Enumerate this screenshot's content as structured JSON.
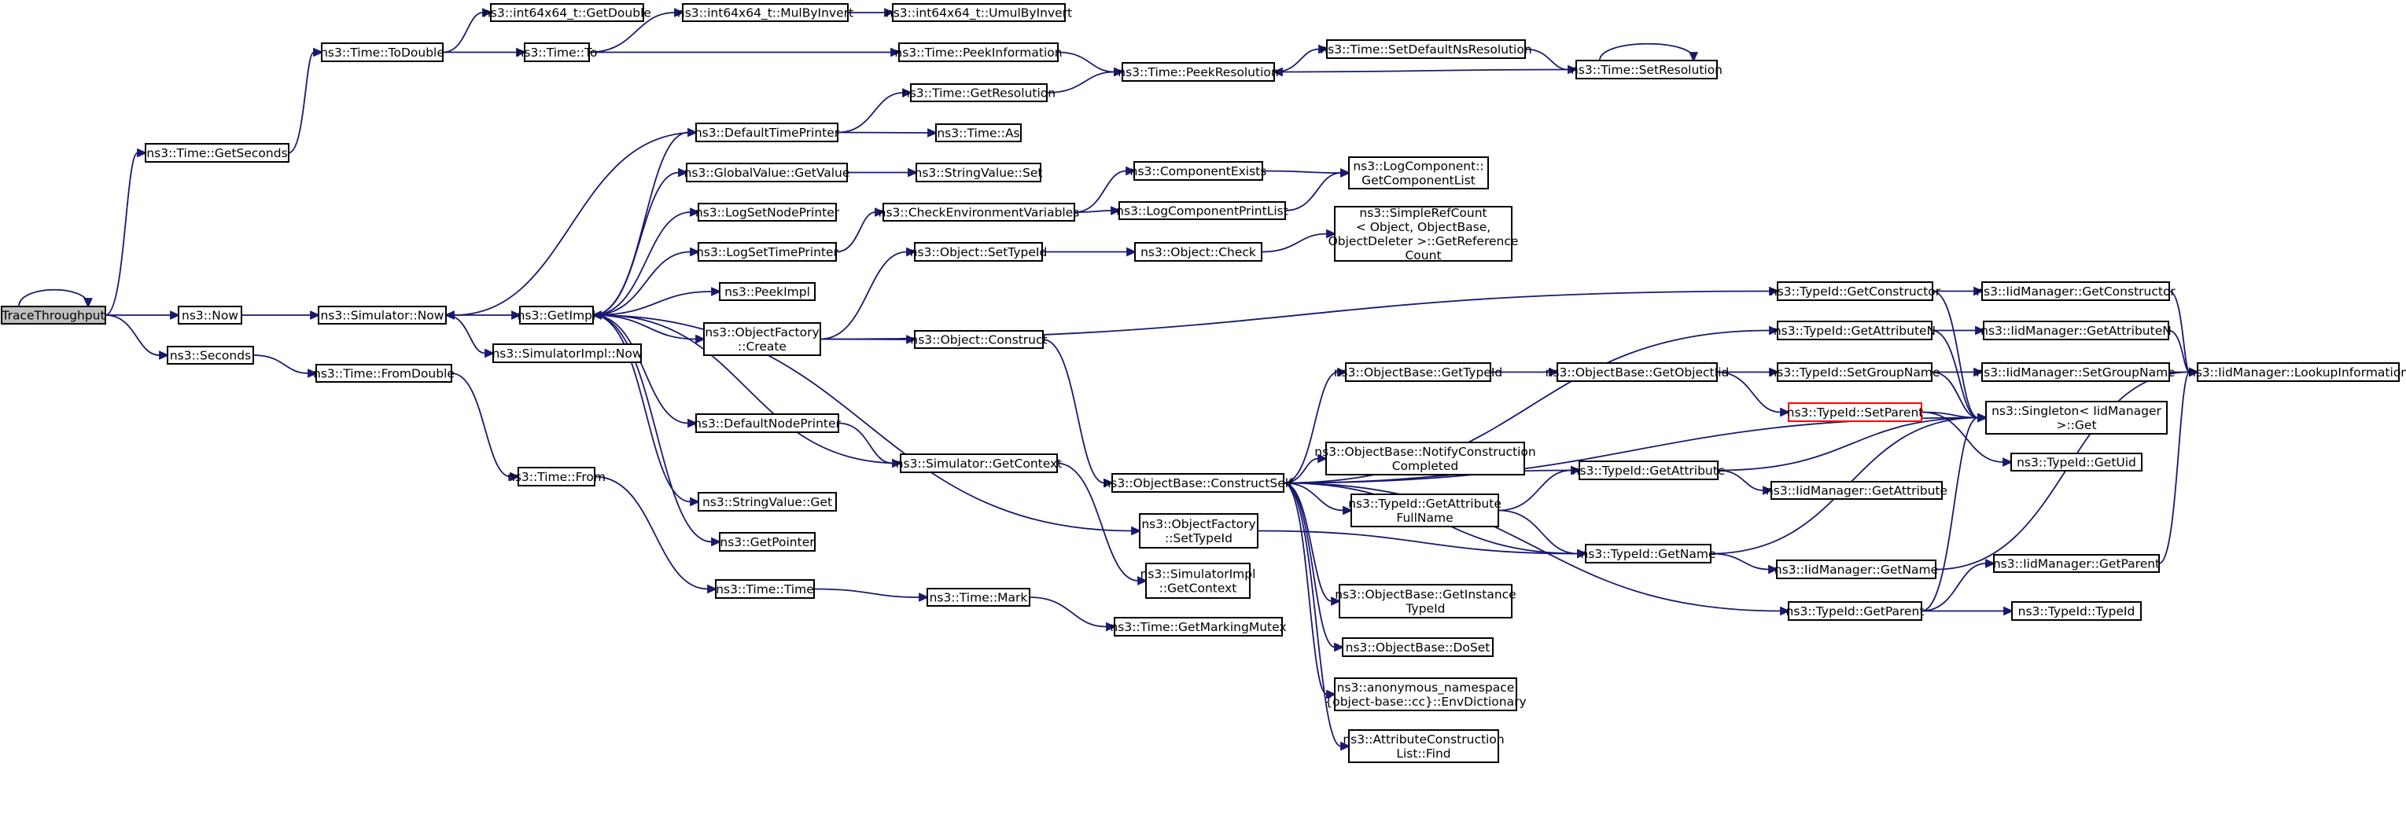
{
  "colors": {
    "edge": "#191970",
    "root_fill": "#bfbfbf",
    "highlight_border": "#ff0000"
  },
  "nodes": {
    "tracethroughput": {
      "lines": [
        "TraceThroughput"
      ],
      "style": "root"
    },
    "now": {
      "lines": [
        "ns3::Now"
      ]
    },
    "seconds": {
      "lines": [
        "ns3::Seconds"
      ]
    },
    "gettseconds": {
      "lines": [
        "ns3::Time::GetSeconds"
      ]
    },
    "simnow": {
      "lines": [
        "ns3::Simulator::Now"
      ]
    },
    "fromdouble": {
      "lines": [
        "ns3::Time::FromDouble"
      ]
    },
    "todouble": {
      "lines": [
        "ns3::Time::ToDouble"
      ]
    },
    "getimpl": {
      "lines": [
        "ns3::GetImpl"
      ]
    },
    "simimplnow": {
      "lines": [
        "ns3::SimulatorImpl::Now"
      ]
    },
    "timefrom": {
      "lines": [
        "ns3::Time::From"
      ]
    },
    "i64getdouble": {
      "lines": [
        "ns3::int64x64_t::GetDouble"
      ]
    },
    "timeto": {
      "lines": [
        "ns3::Time::To"
      ]
    },
    "defaulttimeprinter": {
      "lines": [
        "ns3::DefaultTimePrinter"
      ]
    },
    "gvgetvalue": {
      "lines": [
        "ns3::GlobalValue::GetValue"
      ]
    },
    "logsetnodeprinter": {
      "lines": [
        "ns3::LogSetNodePrinter"
      ]
    },
    "logsettimeprinter": {
      "lines": [
        "ns3::LogSetTimePrinter"
      ]
    },
    "peekimpl": {
      "lines": [
        "ns3::PeekImpl"
      ]
    },
    "objfactorycreate": {
      "lines": [
        "ns3::ObjectFactory",
        "::Create"
      ]
    },
    "defaultnodeprinter": {
      "lines": [
        "ns3::DefaultNodePrinter"
      ]
    },
    "stringvalueget": {
      "lines": [
        "ns3::StringValue::Get"
      ]
    },
    "getpointer": {
      "lines": [
        "ns3::GetPointer"
      ]
    },
    "timetime": {
      "lines": [
        "ns3::Time::Time"
      ]
    },
    "mulbyinvert": {
      "lines": [
        "ns3::int64x64_t::MulByInvert"
      ]
    },
    "umulbyinvert": {
      "lines": [
        "ns3::int64x64_t::UmulByInvert"
      ]
    },
    "peekinformation": {
      "lines": [
        "ns3::Time::PeekInformation"
      ]
    },
    "getresolution": {
      "lines": [
        "ns3::Time::GetResolution"
      ]
    },
    "timeas": {
      "lines": [
        "ns3::Time::As"
      ]
    },
    "stringvalueset": {
      "lines": [
        "ns3::StringValue::Set"
      ]
    },
    "checkenvvars": {
      "lines": [
        "ns3::CheckEnvironmentVariables"
      ]
    },
    "objsettypeid": {
      "lines": [
        "ns3::Object::SetTypeId"
      ]
    },
    "objconstruct": {
      "lines": [
        "ns3::Object::Construct"
      ]
    },
    "simgetcontext": {
      "lines": [
        "ns3::Simulator::GetContext"
      ]
    },
    "timemark": {
      "lines": [
        "ns3::Time::Mark"
      ]
    },
    "peekresolution": {
      "lines": [
        "ns3::Time::PeekResolution"
      ]
    },
    "componentexists": {
      "lines": [
        "ns3::ComponentExists"
      ]
    },
    "logcompprintlist": {
      "lines": [
        "ns3::LogComponentPrintList"
      ]
    },
    "objcheck": {
      "lines": [
        "ns3::Object::Check"
      ]
    },
    "constructself": {
      "lines": [
        "ns3::ObjectBase::ConstructSelf"
      ]
    },
    "ofsettypeid": {
      "lines": [
        "ns3::ObjectFactory",
        "::SetTypeId"
      ]
    },
    "simimplgetcontext": {
      "lines": [
        "ns3::SimulatorImpl",
        "::GetContext"
      ]
    },
    "getmarkingmutex": {
      "lines": [
        "ns3::Time::GetMarkingMutex"
      ]
    },
    "setdefaultnsres": {
      "lines": [
        "ns3::Time::SetDefaultNsResolution"
      ]
    },
    "setresolution": {
      "lines": [
        "ns3::Time::SetResolution"
      ]
    },
    "getcomponentlist": {
      "lines": [
        "ns3::LogComponent::",
        "GetComponentList"
      ]
    },
    "simplerefcount": {
      "lines": [
        "ns3::SimpleRefCount",
        "< Object, ObjectBase,",
        " ObjectDeleter >::GetReference",
        "Count"
      ]
    },
    "obgettypeid": {
      "lines": [
        "ns3::ObjectBase::GetTypeId"
      ]
    },
    "notifyconstruction": {
      "lines": [
        "ns3::ObjectBase::NotifyConstruction",
        "Completed"
      ]
    },
    "tidgetattrfullname": {
      "lines": [
        "ns3::TypeId::GetAttribute",
        "FullName"
      ]
    },
    "getinstancetypeid": {
      "lines": [
        "ns3::ObjectBase::GetInstance",
        "TypeId"
      ]
    },
    "obdoset": {
      "lines": [
        "ns3::ObjectBase::DoSet"
      ]
    },
    "envdictionary": {
      "lines": [
        "ns3::anonymous_namespace",
        "{object-base::cc}::EnvDictionary"
      ]
    },
    "attrconstrfind": {
      "lines": [
        "ns3::AttributeConstruction",
        "List::Find"
      ]
    },
    "getobjectiid": {
      "lines": [
        "ns3::ObjectBase::GetObjectIid"
      ]
    },
    "tidgetconstructor": {
      "lines": [
        "ns3::TypeId::GetConstructor"
      ]
    },
    "tidgetattributen": {
      "lines": [
        "ns3::TypeId::GetAttributeN"
      ]
    },
    "tidsetgroupname": {
      "lines": [
        "ns3::TypeId::SetGroupName"
      ]
    },
    "tidsetparent": {
      "lines": [
        "ns3::TypeId::SetParent"
      ],
      "style": "red"
    },
    "tidgetattribute": {
      "lines": [
        "ns3::TypeId::GetAttribute"
      ]
    },
    "tidgetname": {
      "lines": [
        "ns3::TypeId::GetName"
      ]
    },
    "tidgetparent": {
      "lines": [
        "ns3::TypeId::GetParent"
      ]
    },
    "iidgetconstructor": {
      "lines": [
        "ns3::IidManager::GetConstructor"
      ]
    },
    "iidgetattributen": {
      "lines": [
        "ns3::IidManager::GetAttributeN"
      ]
    },
    "iidsetgroupname": {
      "lines": [
        "ns3::IidManager::SetGroupName"
      ]
    },
    "singletonget": {
      "lines": [
        "ns3::Singleton< IidManager",
        " >::Get"
      ]
    },
    "tidgetuid": {
      "lines": [
        "ns3::TypeId::GetUid"
      ]
    },
    "iidgetattribute": {
      "lines": [
        "ns3::IidManager::GetAttribute"
      ]
    },
    "iidgetname": {
      "lines": [
        "ns3::IidManager::GetName"
      ]
    },
    "iidgetparent": {
      "lines": [
        "ns3::IidManager::GetParent"
      ]
    },
    "tidtypeid": {
      "lines": [
        "ns3::TypeId::TypeId"
      ]
    },
    "lookupinformation": {
      "lines": [
        "ns3::IidManager::LookupInformation"
      ]
    }
  },
  "edges": [
    [
      "tracethroughput",
      "tracethroughput"
    ],
    [
      "tracethroughput",
      "gettseconds"
    ],
    [
      "tracethroughput",
      "now"
    ],
    [
      "tracethroughput",
      "seconds"
    ],
    [
      "gettseconds",
      "todouble"
    ],
    [
      "todouble",
      "i64getdouble"
    ],
    [
      "todouble",
      "timeto"
    ],
    [
      "timeto",
      "mulbyinvert"
    ],
    [
      "timeto",
      "peekinformation"
    ],
    [
      "mulbyinvert",
      "umulbyinvert"
    ],
    [
      "peekinformation",
      "peekresolution"
    ],
    [
      "peekresolution",
      "setdefaultnsres"
    ],
    [
      "setdefaultnsres",
      "setresolution"
    ],
    [
      "setresolution",
      "setresolution"
    ],
    [
      "setresolution",
      "peekresolution"
    ],
    [
      "getresolution",
      "peekresolution"
    ],
    [
      "now",
      "simnow"
    ],
    [
      "simnow",
      "getimpl"
    ],
    [
      "simnow",
      "simimplnow"
    ],
    [
      "seconds",
      "fromdouble"
    ],
    [
      "fromdouble",
      "timefrom"
    ],
    [
      "timefrom",
      "timetime"
    ],
    [
      "timetime",
      "timemark"
    ],
    [
      "timemark",
      "getmarkingmutex"
    ],
    [
      "getimpl",
      "defaulttimeprinter"
    ],
    [
      "getimpl",
      "gvgetvalue"
    ],
    [
      "getimpl",
      "logsetnodeprinter"
    ],
    [
      "getimpl",
      "logsettimeprinter"
    ],
    [
      "getimpl",
      "peekimpl"
    ],
    [
      "getimpl",
      "objfactorycreate"
    ],
    [
      "getimpl",
      "defaultnodeprinter"
    ],
    [
      "getimpl",
      "stringvalueget"
    ],
    [
      "getimpl",
      "getpointer"
    ],
    [
      "getimpl",
      "ofsettypeid"
    ],
    [
      "defaulttimeprinter",
      "simnow"
    ],
    [
      "defaulttimeprinter",
      "getresolution"
    ],
    [
      "defaulttimeprinter",
      "timeas"
    ],
    [
      "gvgetvalue",
      "stringvalueset"
    ],
    [
      "logsettimeprinter",
      "checkenvvars"
    ],
    [
      "checkenvvars",
      "componentexists"
    ],
    [
      "checkenvvars",
      "logcompprintlist"
    ],
    [
      "componentexists",
      "getcomponentlist"
    ],
    [
      "logcompprintlist",
      "getcomponentlist"
    ],
    [
      "objfactorycreate",
      "objsettypeid"
    ],
    [
      "objfactorycreate",
      "objconstruct"
    ],
    [
      "objfactorycreate",
      "tidgetconstructor"
    ],
    [
      "objsettypeid",
      "objcheck"
    ],
    [
      "objcheck",
      "simplerefcount"
    ],
    [
      "objconstruct",
      "constructself"
    ],
    [
      "defaultnodeprinter",
      "simgetcontext"
    ],
    [
      "simgetcontext",
      "getimpl"
    ],
    [
      "simgetcontext",
      "simimplgetcontext"
    ],
    [
      "constructself",
      "tidgetattributen"
    ],
    [
      "constructself",
      "obgettypeid"
    ],
    [
      "constructself",
      "singletonget"
    ],
    [
      "constructself",
      "notifyconstruction"
    ],
    [
      "constructself",
      "tidgetattribute"
    ],
    [
      "constructself",
      "tidgetattrfullname"
    ],
    [
      "constructself",
      "tidgetname"
    ],
    [
      "constructself",
      "getinstancetypeid"
    ],
    [
      "constructself",
      "obdoset"
    ],
    [
      "constructself",
      "envdictionary"
    ],
    [
      "constructself",
      "attrconstrfind"
    ],
    [
      "constructself",
      "tidgetparent"
    ],
    [
      "obgettypeid",
      "getobjectiid"
    ],
    [
      "getobjectiid",
      "tidsetgroupname"
    ],
    [
      "getobjectiid",
      "tidsetparent"
    ],
    [
      "tidgetattrfullname",
      "tidgetattribute"
    ],
    [
      "tidgetattrfullname",
      "tidgetname"
    ],
    [
      "tidgetconstructor",
      "iidgetconstructor"
    ],
    [
      "tidgetconstructor",
      "singletonget"
    ],
    [
      "tidgetattributen",
      "iidgetattributen"
    ],
    [
      "tidgetattributen",
      "singletonget"
    ],
    [
      "tidsetgroupname",
      "iidsetgroupname"
    ],
    [
      "tidsetgroupname",
      "singletonget"
    ],
    [
      "tidsetparent",
      "singletonget"
    ],
    [
      "tidsetparent",
      "tidgetuid"
    ],
    [
      "tidgetattribute",
      "singletonget"
    ],
    [
      "tidgetattribute",
      "iidgetattribute"
    ],
    [
      "tidgetname",
      "singletonget"
    ],
    [
      "tidgetname",
      "iidgetname"
    ],
    [
      "tidgetparent",
      "singletonget"
    ],
    [
      "tidgetparent",
      "iidgetparent"
    ],
    [
      "tidgetparent",
      "tidtypeid"
    ],
    [
      "iidgetconstructor",
      "lookupinformation"
    ],
    [
      "iidgetattributen",
      "lookupinformation"
    ],
    [
      "iidsetgroupname",
      "lookupinformation"
    ],
    [
      "iidgetname",
      "lookupinformation"
    ],
    [
      "iidgetparent",
      "lookupinformation"
    ],
    [
      "ofsettypeid",
      "tidgetname"
    ]
  ]
}
